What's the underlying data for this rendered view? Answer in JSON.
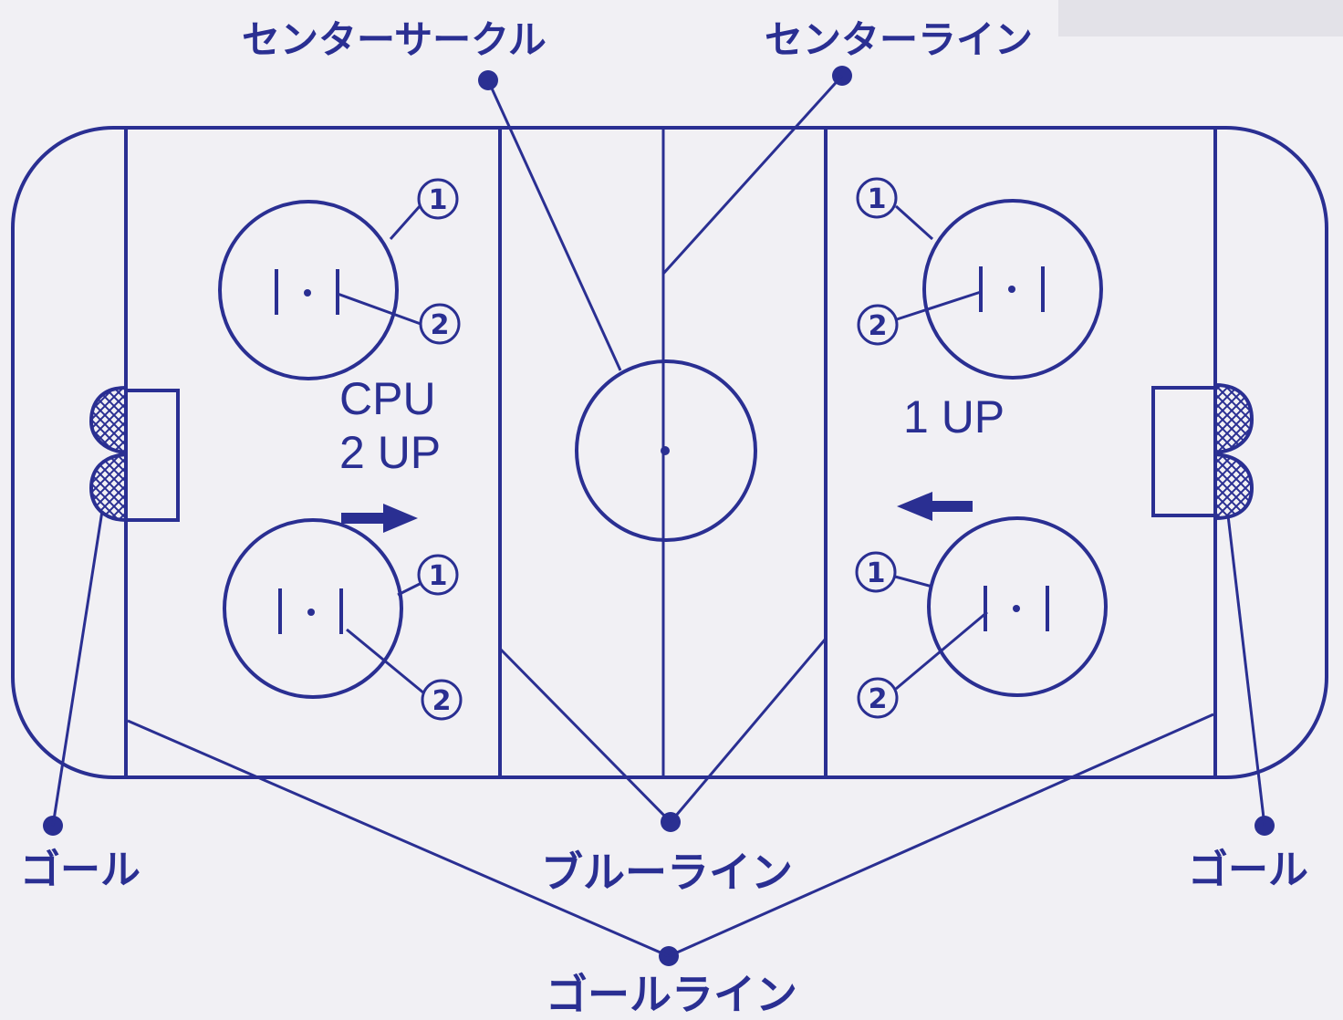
{
  "labels": {
    "center_circle": "センターサークル",
    "center_line": "センターライン",
    "goal_left": "ゴール",
    "goal_right": "ゴール",
    "blue_line": "ブルーライン",
    "goal_line": "ゴールライン"
  },
  "teams": {
    "left_line1": "CPU",
    "left_line2": "2 UP",
    "right_line1": "1 UP"
  },
  "faceoff_text": "|·|",
  "markers": {
    "one": "1",
    "two": "2"
  },
  "colors": {
    "ink": "#2a2f92",
    "paper": "#f1f0f4"
  }
}
